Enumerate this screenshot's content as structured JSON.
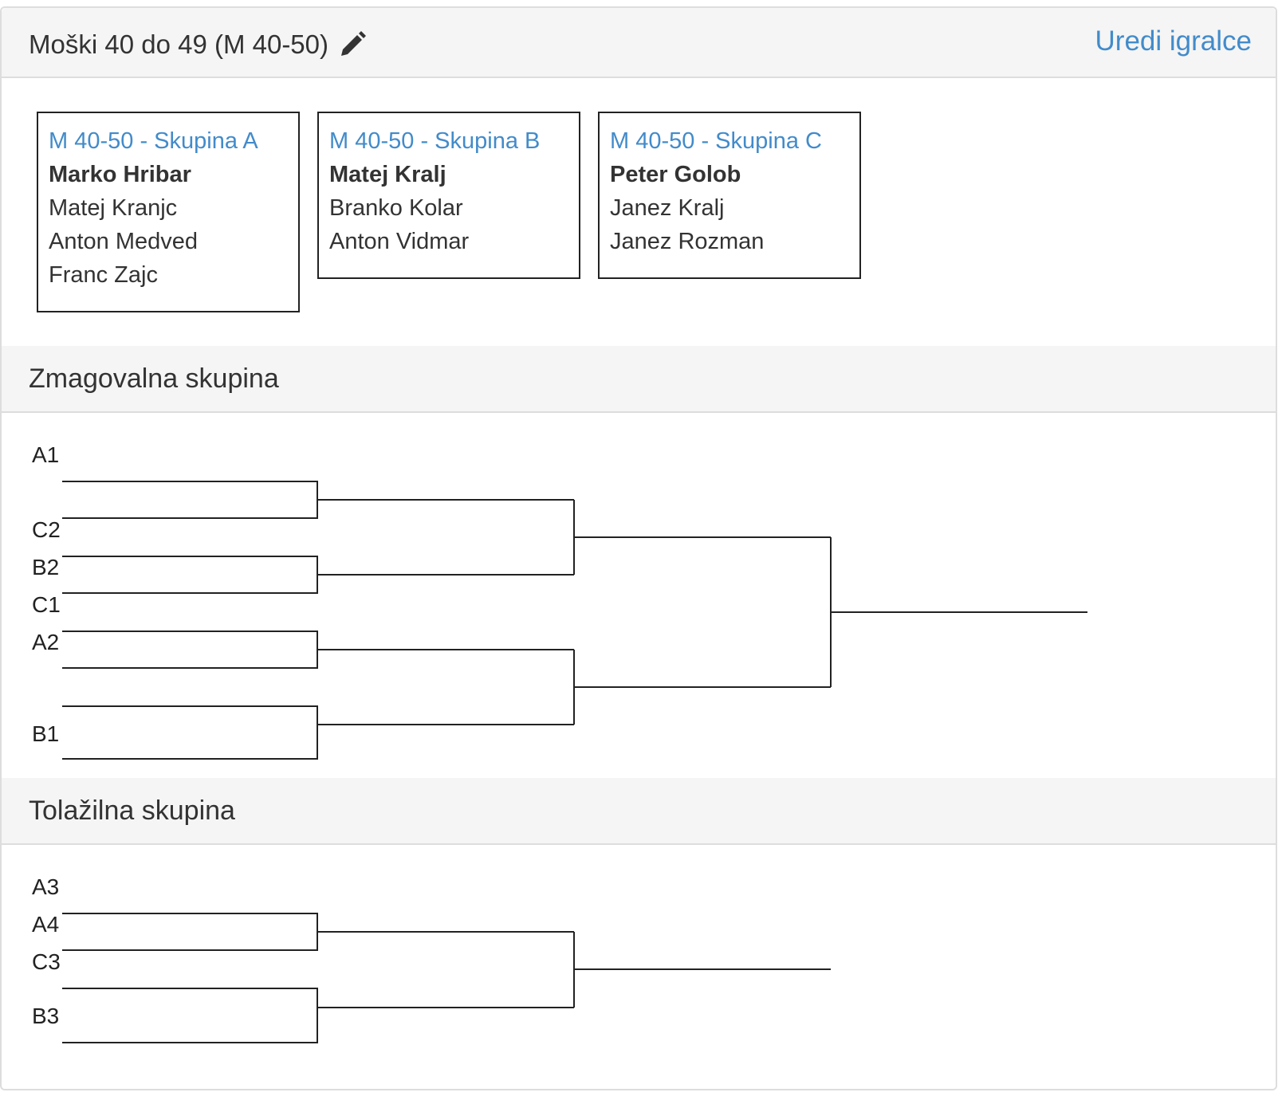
{
  "header": {
    "title": "Moški 40 do 49 (M 40-50)",
    "edit_icon": "pencil-icon",
    "edit_players_link": "Uredi igralce"
  },
  "groups": [
    {
      "title": "M 40-50 - Skupina A",
      "players": [
        "Marko Hribar",
        "Matej Kranjc",
        "Anton Medved",
        "Franc Zajc"
      ]
    },
    {
      "title": "M 40-50 - Skupina B",
      "players": [
        "Matej Kralj",
        "Branko Kolar",
        "Anton Vidmar"
      ]
    },
    {
      "title": "M 40-50 - Skupina C",
      "players": [
        "Peter Golob",
        "Janez Kralj",
        "Janez Rozman"
      ]
    }
  ],
  "winners_bracket": {
    "title": "Zmagovalna skupina",
    "slots": [
      "A1",
      "",
      "C2",
      "B2",
      "C1",
      "A2",
      "",
      "B1"
    ]
  },
  "consolation_bracket": {
    "title": "Tolažilna skupina",
    "slots": [
      "A3",
      "A4",
      "C3",
      "B3"
    ]
  },
  "colors": {
    "link": "#428bca",
    "header_bg": "#f5f5f5",
    "border": "#dddddd"
  }
}
